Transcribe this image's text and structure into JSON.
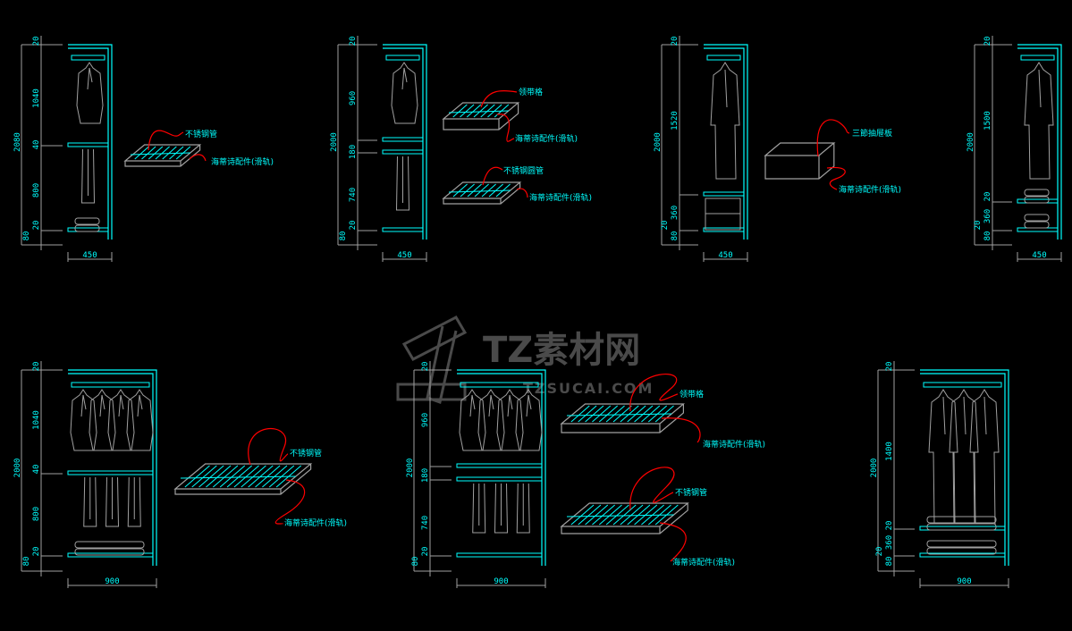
{
  "colors": {
    "background": "#000000",
    "cabinet": "#00ffff",
    "lines": "#a0a0a0",
    "leader": "#ff0000",
    "text": "#00ffff",
    "watermark": "#4a4a4a"
  },
  "watermark": {
    "title": "TZ素材网",
    "url": "TZSUCAI.COM"
  },
  "panels": [
    {
      "total": "2080",
      "width": "450",
      "dims": [
        "20",
        "1040",
        "40",
        "800",
        "20",
        "80"
      ]
    },
    {
      "total": "2000",
      "width": "450",
      "dims": [
        "20",
        "960",
        "180",
        "740",
        "20",
        "80"
      ]
    },
    {
      "total": "2000",
      "width": "450",
      "dims": [
        "20",
        "1520",
        "360",
        "20",
        "80"
      ]
    },
    {
      "total": "2000",
      "width": "450",
      "dims": [
        "20",
        "1500",
        "20",
        "360",
        "20",
        "80"
      ]
    },
    {
      "total": "2000",
      "width": "900",
      "dims": [
        "20",
        "1040",
        "40",
        "800",
        "20",
        "80"
      ]
    },
    {
      "total": "2000",
      "width": "900",
      "dims": [
        "20",
        "960",
        "180",
        "740",
        "20",
        "80"
      ]
    },
    {
      "total": "2000",
      "width": "900",
      "dims": [
        "20",
        "1400",
        "20",
        "360",
        "20",
        "80"
      ]
    }
  ],
  "labels": {
    "a_tube": "不锈钢管",
    "a_rail": "海蒂诗配件(滑轨)",
    "b_tie": "领带格",
    "b_rail1": "海蒂诗配件(滑轨)",
    "b_tube": "不锈钢圆管",
    "b_rail2": "海蒂诗配件(滑轨)",
    "c_drawer": "三節抽屉板",
    "c_rail": "海蒂诗配件(滑轨)",
    "e_tube": "不锈钢管",
    "e_rail": "海蒂诗配件(滑轨)",
    "f_tie": "领带格",
    "f_rail1": "海蒂诗配件(滑轨)",
    "f_tube": "不锈钢管",
    "f_rail2": "海蒂诗配件(滑轨)"
  }
}
